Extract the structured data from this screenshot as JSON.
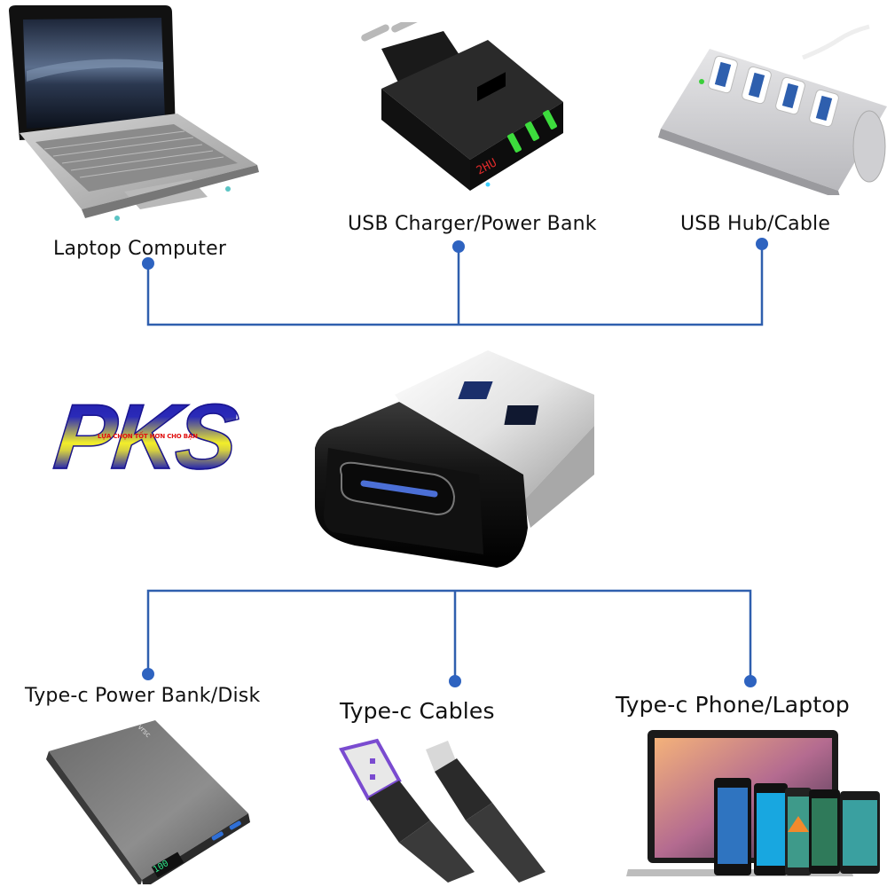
{
  "diagram": {
    "title": "USB-A male to Type-C female adapter compatibility",
    "center_device": {
      "name": "usb-a-to-type-c-adapter"
    },
    "top_nodes": [
      {
        "label": "Laptop Computer",
        "image": "laptop"
      },
      {
        "label": "USB Charger/Power Bank",
        "image": "usb-wall-charger"
      },
      {
        "label": "USB Hub/Cable",
        "image": "usb-hub"
      }
    ],
    "bottom_nodes": [
      {
        "label": "Type-c Power Bank/Disk",
        "image": "power-bank"
      },
      {
        "label": "Type-c Cables",
        "image": "type-c-cables"
      },
      {
        "label": "Type-c Phone/Laptop",
        "image": "phones-laptop"
      }
    ],
    "colors": {
      "connector": "#2f5fae",
      "dot": "#2e63c0"
    }
  },
  "logo": {
    "name": "PKS",
    "tagline": "LỰA CHỌN TỐT HƠN CHO BẠN"
  },
  "charger_display": "2HU",
  "power_bank_display": "100",
  "power_bank_brand": "vrsc"
}
